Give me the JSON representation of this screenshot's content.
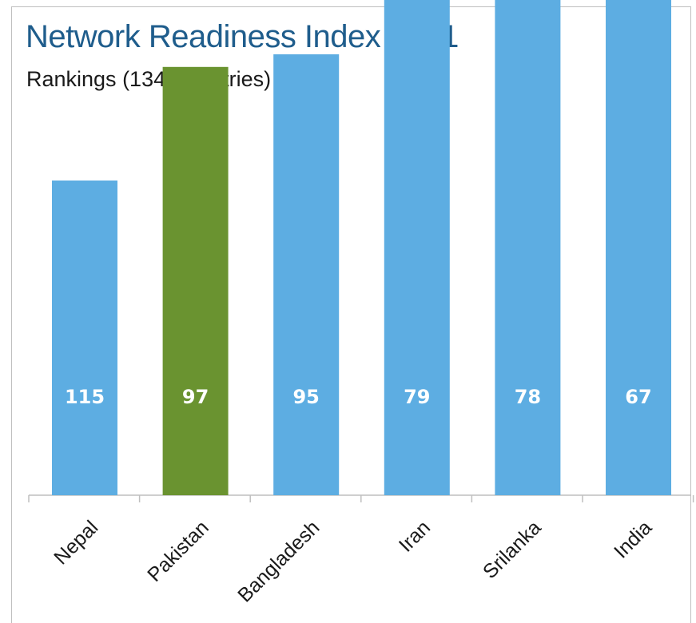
{
  "chart_data": {
    "type": "bar",
    "title": "Network Readiness Index 2021",
    "subtitle": "Rankings (134 Countries)",
    "categories": [
      "Nepal",
      "Pakistan",
      "Bangladesh",
      "Iran",
      "Srilanka",
      "India"
    ],
    "values": [
      115,
      97,
      95,
      79,
      78,
      67
    ],
    "axis_inverted": true,
    "grid": false,
    "legend": "none",
    "colors": {
      "default_bar": "#5dade2",
      "highlight_bar": "#6a9330",
      "highlight_category": "Pakistan",
      "bar_label": "#ffffff",
      "title": "#1f5d8c",
      "axis": "#bfbfbf"
    }
  }
}
